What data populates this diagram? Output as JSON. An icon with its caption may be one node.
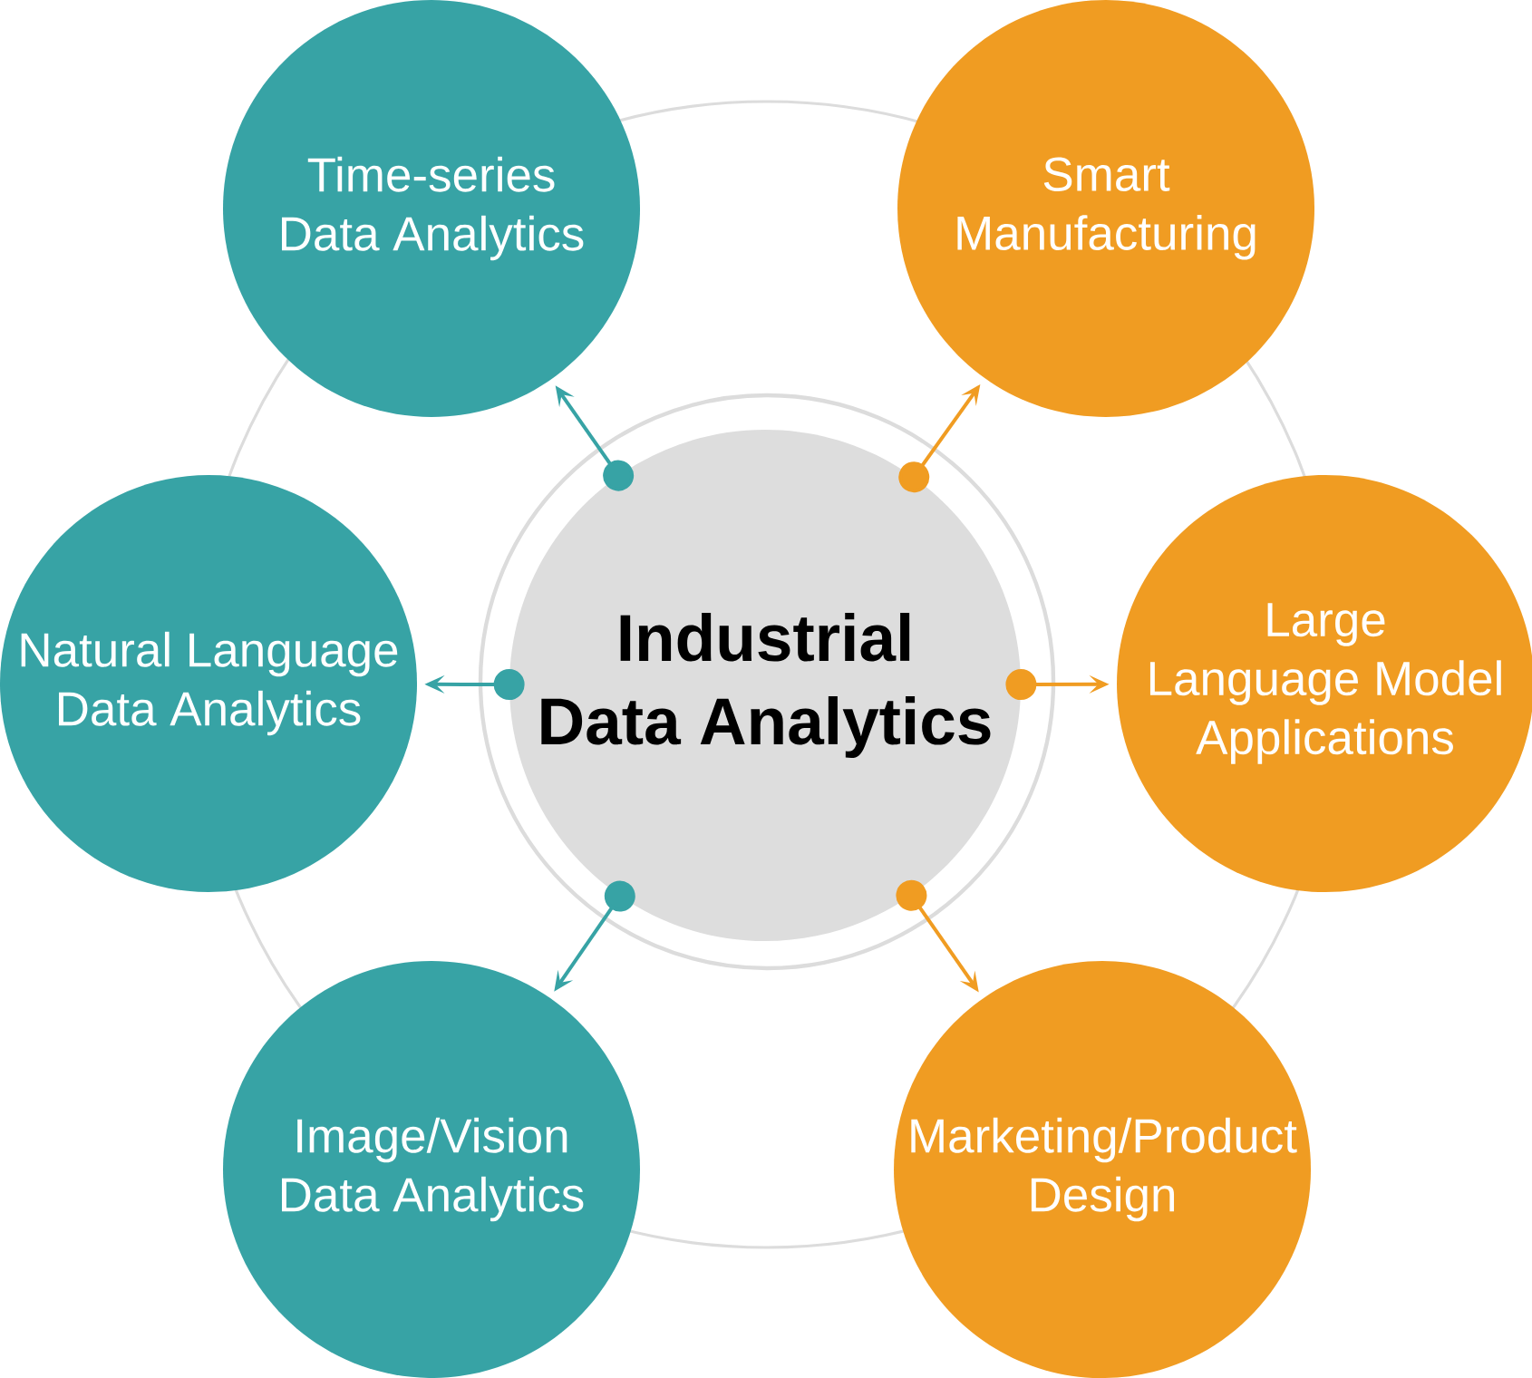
{
  "diagram": {
    "nodes": [
      {
        "text": [
          "Industrial Data Analytics"
        ]
      },
      {
        "text": [
          "Time-series Data Analytics"
        ]
      },
      {
        "text": [
          "Smart Manufacturing"
        ]
      },
      {
        "text": [
          "Natural Language Data Analytics"
        ]
      },
      {
        "text": [
          "Large Language Model Applications"
        ]
      },
      {
        "text": [
          "Image/Vision Data Analytics"
        ]
      },
      {
        "text": [
          "Marketing/Product Design"
        ]
      }
    ],
    "edges": [
      {
        "from": 0,
        "to": 1,
        "arrow": "to",
        "color": "#37a3a5"
      },
      {
        "from": 0,
        "to": 2,
        "arrow": "to",
        "color": "#f09c22"
      },
      {
        "from": 0,
        "to": 3,
        "arrow": "to",
        "color": "#37a3a5"
      },
      {
        "from": 0,
        "to": 4,
        "arrow": "to",
        "color": "#f09c22"
      },
      {
        "from": 0,
        "to": 5,
        "arrow": "to",
        "color": "#37a3a5"
      },
      {
        "from": 0,
        "to": 6,
        "arrow": "to",
        "color": "#f09c22"
      }
    ]
  }
}
